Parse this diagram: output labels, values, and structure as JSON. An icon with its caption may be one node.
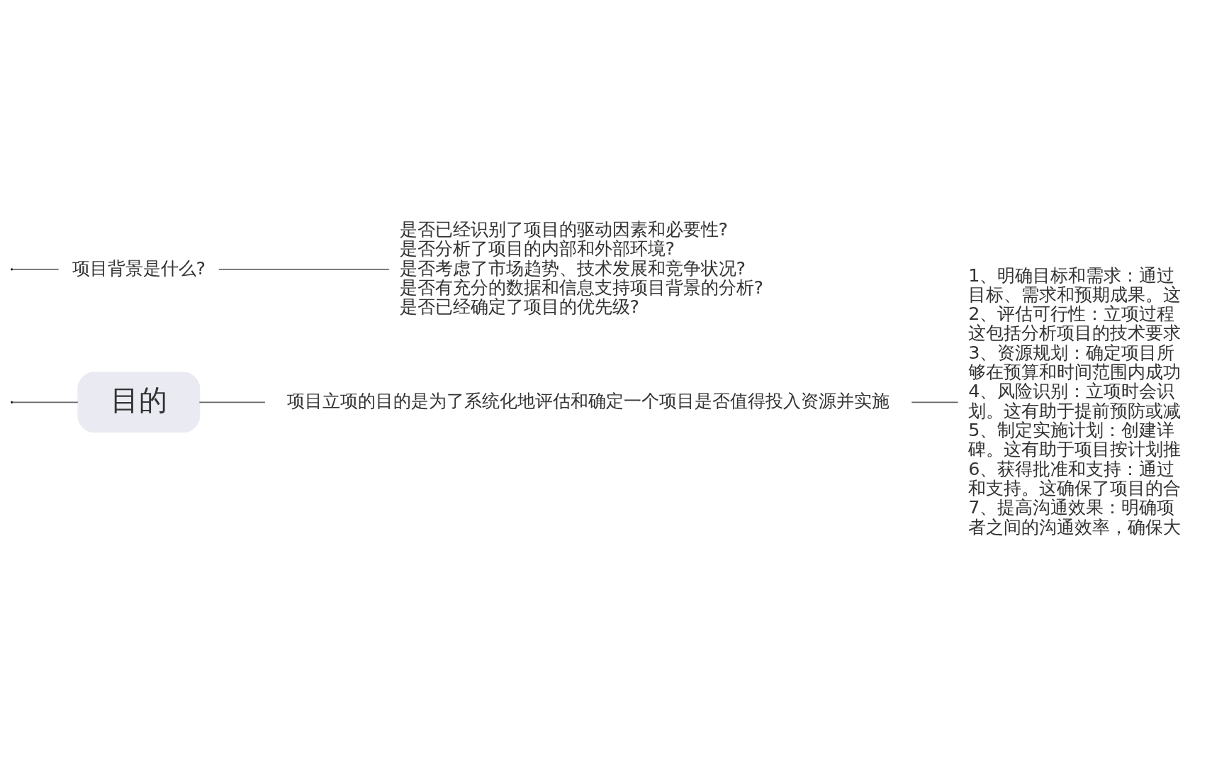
{
  "diagram": {
    "nodes": [
      {
        "text": [
          "目的"
        ]
      },
      {
        "text": [
          "项目立项的目的是为了系统化地评估和确定一个项目是否值得投入资源并实施"
        ]
      },
      {
        "text": [
          "1、明确目标和需求：通过",
          "目标、需求和预期成果。这",
          "2、评估可行性：立项过程",
          "这包括分析项目的技术要求",
          "3、资源规划：确定项目所",
          "够在预算和时间范围内成功",
          "4、风险识别：立项时会识",
          "划。这有助于提前预防或减",
          "5、制定实施计划：创建详",
          "碑。这有助于项目按计划推",
          "6、获得批准和支持：通过",
          "和支持。这确保了项目的合",
          "7、提高沟通效果：明确项",
          "者之间的沟通效率，确保大"
        ]
      },
      {
        "text": [
          "项目背景是什么?"
        ]
      },
      {
        "text": [
          "是否已经识别了项目的驱动因素和必要性?",
          "是否分析了项目的内部和外部环境?",
          "是否考虑了市场趋势、技术发展和竞争状况?",
          "是否有充分的数据和信息支持项目背景的分析?",
          "是否已经确定了项目的优先级?"
        ]
      }
    ],
    "edges": [
      {
        "from": null,
        "to": 0,
        "arrow": "none"
      },
      {
        "from": 0,
        "to": 1,
        "arrow": "none"
      },
      {
        "from": 1,
        "to": 2,
        "arrow": "none"
      },
      {
        "from": null,
        "to": 3,
        "arrow": "none"
      },
      {
        "from": 3,
        "to": 4,
        "arrow": "none"
      }
    ]
  }
}
